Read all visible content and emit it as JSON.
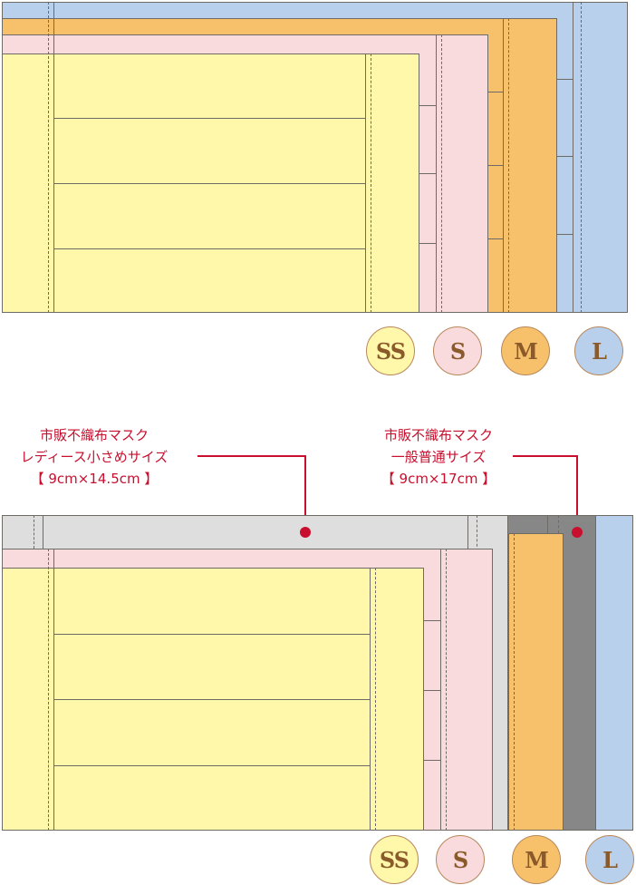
{
  "colors": {
    "SS": "#fff7aa",
    "S": "#f9dadd",
    "M": "#f7c06a",
    "L": "#b9d0ec",
    "commercial_small": "#dedede",
    "commercial_regular": "#878787",
    "annotation": "#c8102e",
    "badge_text": "#8a5a2b"
  },
  "top_diagram": {
    "sizes": [
      {
        "id": "SS",
        "label": "SS"
      },
      {
        "id": "S",
        "label": "S"
      },
      {
        "id": "M",
        "label": "M"
      },
      {
        "id": "L",
        "label": "L"
      }
    ]
  },
  "bottom_diagram": {
    "sizes": [
      {
        "id": "SS",
        "label": "SS"
      },
      {
        "id": "S",
        "label": "S"
      },
      {
        "id": "M",
        "label": "M"
      },
      {
        "id": "L",
        "label": "L"
      }
    ],
    "annotations": [
      {
        "line1": "市販不織布マスク",
        "line2": "レディース小さめサイズ",
        "line3": "【 9cm×14.5cm 】"
      },
      {
        "line1": "市販不織布マスク",
        "line2": "一般普通サイズ",
        "line3": "【 9cm×17cm 】"
      }
    ]
  }
}
